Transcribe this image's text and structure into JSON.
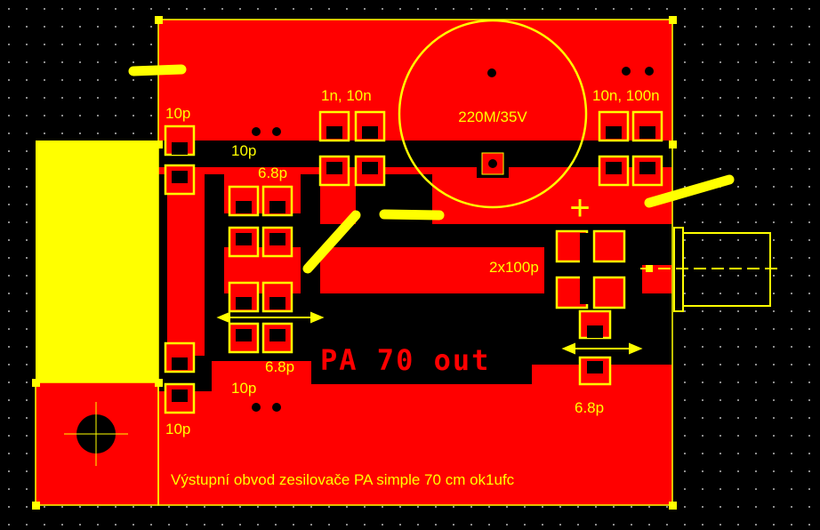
{
  "board": {
    "title_text": "PA 70 out",
    "footer_text": "Výstupní obvod zesilovače PA simple 70 cm  ok1ufc"
  },
  "labels": {
    "cap_10p_top": "10p",
    "cap_10p_mid_top": "10p",
    "cap_6p8_top": "6.8p",
    "cap_1n_10n": "1n, 10n",
    "electrolytic": "220M/35V",
    "cap_10n_100n": "10n, 100n",
    "cap_2x100p": "2x100p",
    "cap_6p8_mid": "6.8p",
    "cap_10p_mid_bottom": "10p",
    "cap_10p_bottom": "10p",
    "cap_6p8_right": "6.8p",
    "plus_sign": "+"
  },
  "colors": {
    "background": "#000000",
    "copper": "#ff0000",
    "silkscreen": "#ffff00",
    "grid_dot": "#b8b8b8",
    "title_text": "#ff0000"
  }
}
